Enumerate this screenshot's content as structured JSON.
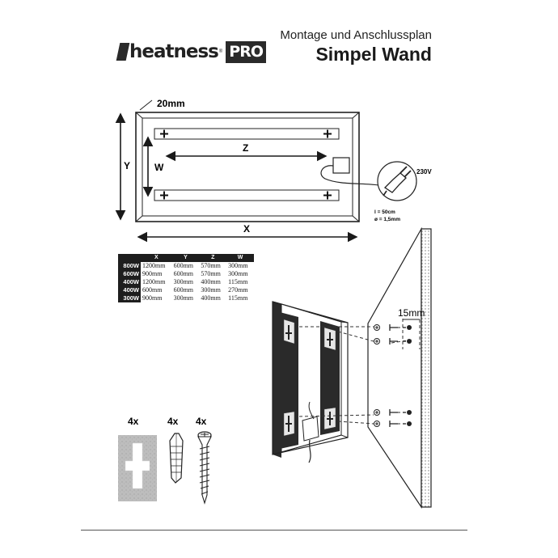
{
  "brand": {
    "name": "heatness",
    "reg": "®",
    "pro": "PRO"
  },
  "header": {
    "subtitle": "Montage und Anschlussplan",
    "title": "Simpel Wand"
  },
  "diagram": {
    "frame_label": "20mm",
    "dim_x": "X",
    "dim_y": "Y",
    "dim_z": "Z",
    "dim_w": "W",
    "voltage": "230V",
    "cable_length": "l = 50cm",
    "cable_diameter": "ø = 1,5mm",
    "distance": "15mm"
  },
  "table": {
    "headers": [
      "X",
      "Y",
      "Z",
      "W"
    ],
    "rows": [
      {
        "watt": "800W",
        "x": "1200mm",
        "y": "600mm",
        "z": "570mm",
        "w": "300mm"
      },
      {
        "watt": "600W",
        "x": "900mm",
        "y": "600mm",
        "z": "570mm",
        "w": "300mm"
      },
      {
        "watt": "400W",
        "x": "1200mm",
        "y": "300mm",
        "z": "400mm",
        "w": "115mm"
      },
      {
        "watt": "400W",
        "x": "600mm",
        "y": "600mm",
        "z": "300mm",
        "w": "270mm"
      },
      {
        "watt": "300W",
        "x": "900mm",
        "y": "300mm",
        "z": "400mm",
        "w": "115mm"
      }
    ]
  },
  "parts": {
    "bracket_qty": "4x",
    "dowel_qty": "4x",
    "screw_qty": "4x"
  }
}
